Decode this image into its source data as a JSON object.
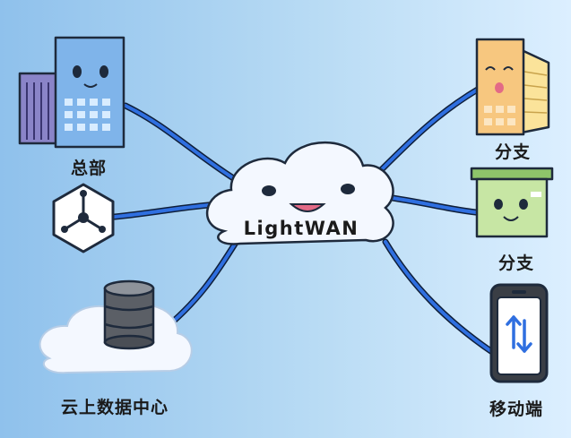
{
  "center": {
    "label": "LightWAN"
  },
  "nodes": {
    "hq": {
      "label": "总部"
    },
    "hub": {
      "label": ""
    },
    "cloud_dc": {
      "label": "云上数据中心"
    },
    "branch1": {
      "label": "分支"
    },
    "branch2": {
      "label": "分支"
    },
    "mobile": {
      "label": "移动端"
    }
  },
  "colors": {
    "link": "#2f6fe0",
    "link_outline": "#0f1f3a",
    "building": "#7fb4ea",
    "branch1": "#f7c77f",
    "branch2": "#c7e6a4",
    "cloud": "#f4f8ff",
    "background": "#a9d2f2"
  },
  "icons": [
    "office-building-icon",
    "hub-icon",
    "database-icon",
    "shop-icon",
    "cabinet-icon",
    "smartphone-icon",
    "data-transfer-icon"
  ]
}
